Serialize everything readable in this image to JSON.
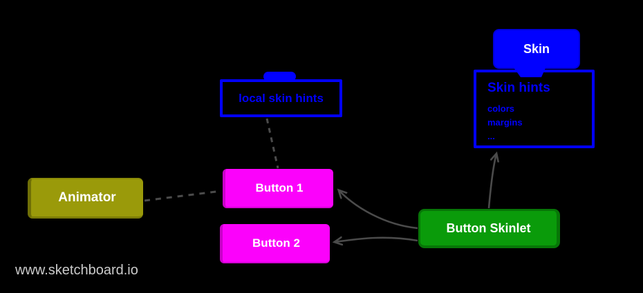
{
  "diagram": {
    "watermark": "www.sketchboard.io",
    "colors": {
      "blue": "#0101ff",
      "magenta": "#fb02fb",
      "olive": "#9a9a0a",
      "green": "#0a9b0a",
      "connector_gray": "#4b4b4b",
      "watermark_gray": "#cbcbcb",
      "background": "#000000",
      "box_label_white": "#ffffff"
    },
    "nodes": {
      "skin": {
        "label": "Skin"
      },
      "skin_hints": {
        "title": "Skin hints",
        "items": [
          "colors",
          "margins",
          "..."
        ]
      },
      "local_skin_hints": {
        "label": "local skin hints"
      },
      "animator": {
        "label": "Animator"
      },
      "button1": {
        "label": "Button 1"
      },
      "button2": {
        "label": "Button 2"
      },
      "button_skinlet": {
        "label": "Button Skinlet"
      }
    },
    "edges": [
      {
        "from": "local_skin_hints",
        "to": "button1",
        "style": "dashed",
        "arrowhead": "none"
      },
      {
        "from": "animator",
        "to": "button1",
        "style": "dashed",
        "arrowhead": "none"
      },
      {
        "from": "button_skinlet",
        "to": "button1",
        "style": "solid-curved",
        "arrowhead": "open"
      },
      {
        "from": "button_skinlet",
        "to": "button2",
        "style": "solid-curved",
        "arrowhead": "open"
      },
      {
        "from": "button_skinlet",
        "to": "skin_hints",
        "style": "solid-curved",
        "arrowhead": "open"
      },
      {
        "from": "skin",
        "to": "skin_hints",
        "style": "attached-tab",
        "arrowhead": "none"
      }
    ]
  }
}
